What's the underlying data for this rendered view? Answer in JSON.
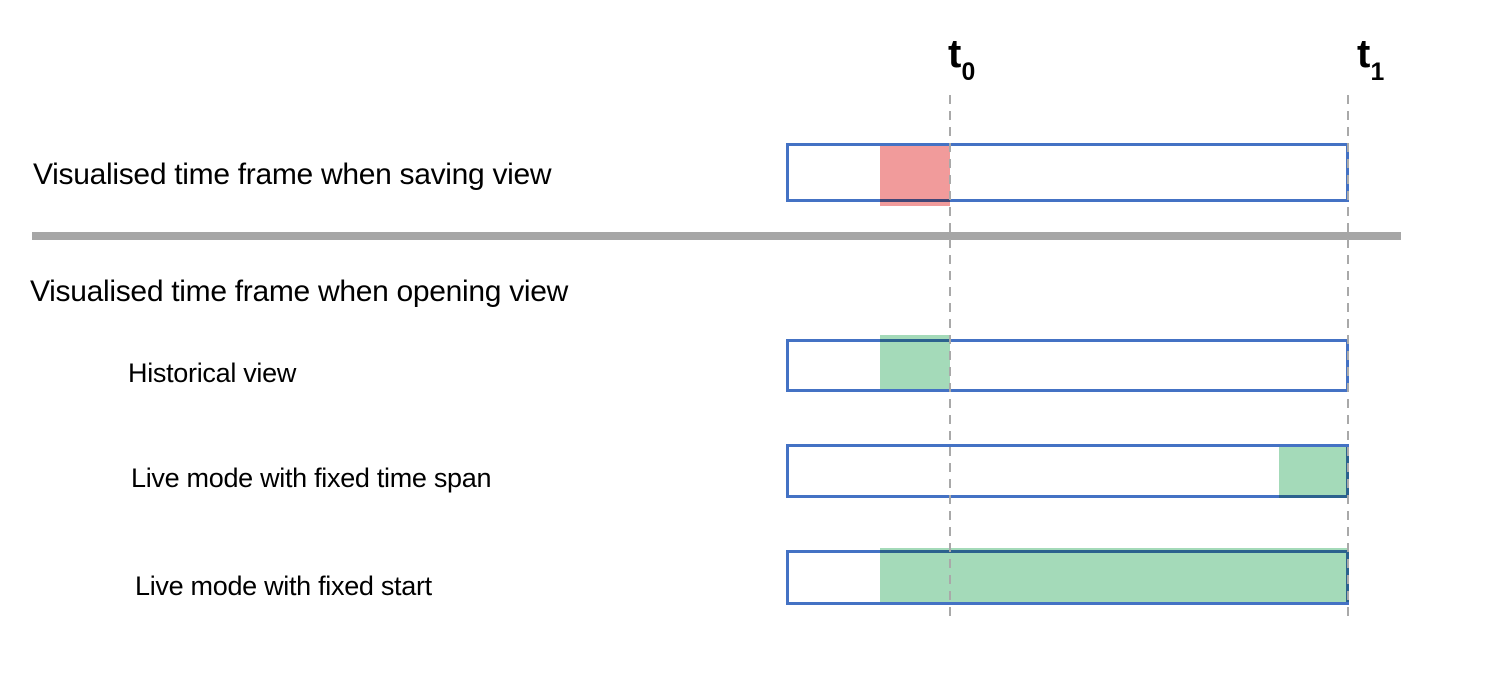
{
  "colors": {
    "bar_border": "#4472C4",
    "red": "#F19B9B",
    "green": "#A4DAB9",
    "divider": "#A6A6A6",
    "guide": "#A9A9A9",
    "text": "#000000"
  },
  "markers": {
    "t0": {
      "base": "t",
      "sub": "0"
    },
    "t1": {
      "base": "t",
      "sub": "1"
    }
  },
  "sections": {
    "saving_title": "Visualised time frame when saving view",
    "opening_title": "Visualised time frame when opening view"
  },
  "rows": [
    {
      "id": "saving-view",
      "label": null,
      "segment": {
        "color": "red",
        "start": 0.167,
        "end": 0.291
      }
    },
    {
      "id": "historical-view",
      "label": "Historical view",
      "segment": {
        "color": "green",
        "start": 0.167,
        "end": 0.291
      }
    },
    {
      "id": "live-fixed-span",
      "label": "Live mode with fixed time span",
      "segment": {
        "color": "green",
        "start": 0.876,
        "end": 1.0
      }
    },
    {
      "id": "live-fixed-start",
      "label": "Live mode with fixed start",
      "segment": {
        "color": "green",
        "start": 0.167,
        "end": 1.0
      }
    }
  ]
}
